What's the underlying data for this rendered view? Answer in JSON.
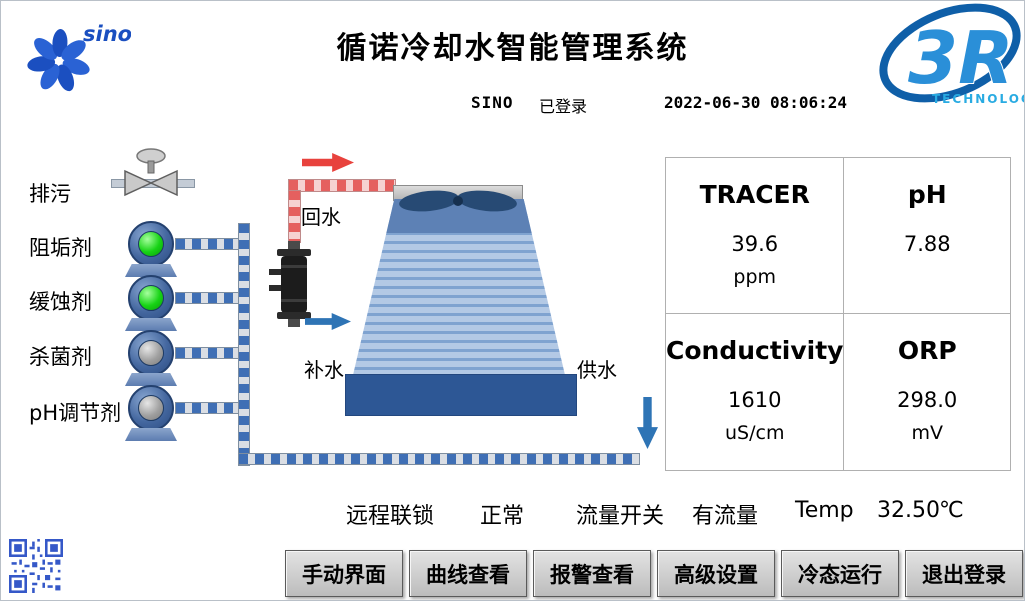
{
  "header": {
    "title": "循诺冷却水智能管理系统",
    "user": "SINO",
    "login_status": "已登录",
    "datetime": "2022-06-30  08:06:24",
    "logo_left_text": "sino",
    "logo_right_text": "3R",
    "logo_right_sub": "TECHNOLOGY"
  },
  "diagram": {
    "labels": {
      "drain": "排污",
      "return_water": "回水",
      "makeup_water": "补水",
      "supply_water": "供水"
    },
    "chemicals": [
      {
        "label": "阻垢剂",
        "status": "on"
      },
      {
        "label": "缓蚀剂",
        "status": "on"
      },
      {
        "label": "杀菌剂",
        "status": "off"
      },
      {
        "label": "pH调节剂",
        "status": "off"
      }
    ]
  },
  "readings": [
    {
      "name": "TRACER",
      "value": "39.6",
      "unit": "ppm"
    },
    {
      "name": "pH",
      "value": "7.88",
      "unit": ""
    },
    {
      "name": "Conductivity",
      "value": "1610",
      "unit": "uS/cm"
    },
    {
      "name": "ORP",
      "value": "298.0",
      "unit": "mV"
    }
  ],
  "status_bar": {
    "interlock_label": "远程联锁",
    "interlock_value": "正常",
    "flow_label": "流量开关",
    "flow_value": "有流量",
    "temp_label": "Temp",
    "temp_value": "32.50",
    "temp_unit": "℃"
  },
  "nav_buttons": [
    {
      "label": "手动界面"
    },
    {
      "label": "曲线查看"
    },
    {
      "label": "报警查看"
    },
    {
      "label": "高级设置"
    },
    {
      "label": "冷态运行"
    },
    {
      "label": "退出登录"
    }
  ],
  "colors": {
    "pipe_blue": "#3f6fb5",
    "pipe_red": "#e5605f",
    "tower_blue": "#7fa3d0",
    "basin_blue": "#2d5795",
    "pump_on": "#17d315",
    "pump_off": "#9a9a9a",
    "brand_blue": "#2a8fd8"
  }
}
